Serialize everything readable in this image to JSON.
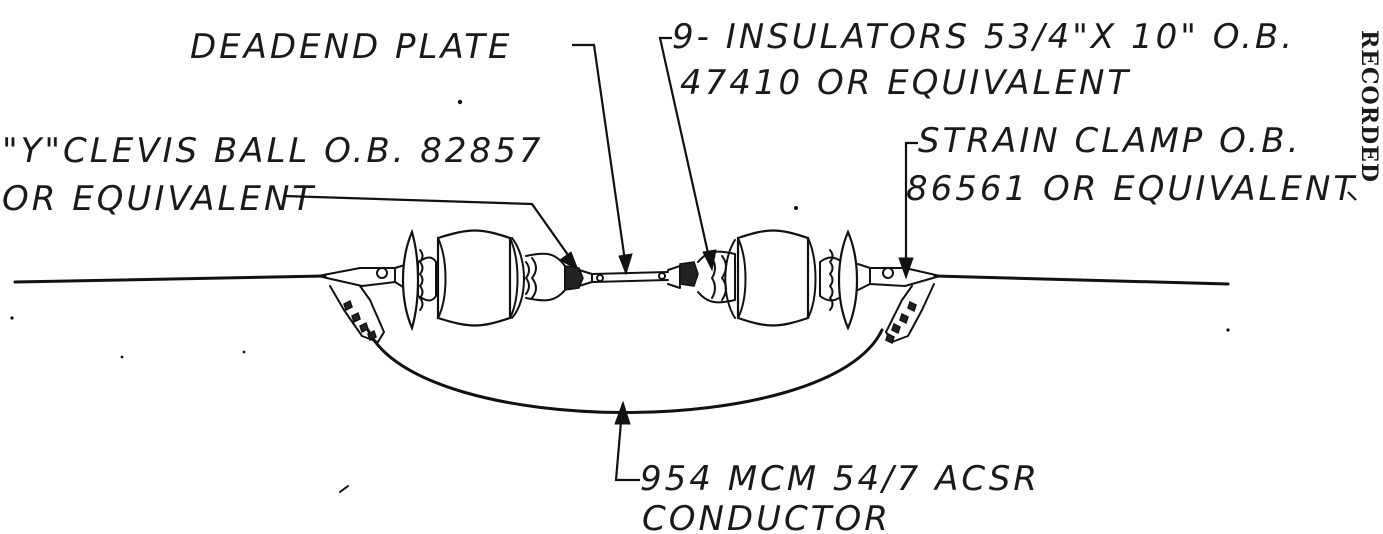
{
  "labels": {
    "deadend_plate": "DEADEND PLATE",
    "insulators_line1": "9- INSULATORS 53/4\"X 10\" O.B.",
    "insulators_line2": "47410 OR EQUIVALENT",
    "clevis_line1": "\"Y\"CLEVIS BALL O.B. 82857",
    "clevis_line2": "OR EQUIVALENT",
    "strain_line1": "STRAIN CLAMP O.B.",
    "strain_line2": "86561 OR EQUIVALENT",
    "conductor_line1": "954 MCM 54/7 ACSR",
    "conductor_line2": "CONDUCTOR"
  },
  "margin_stamp": "RECORDED"
}
